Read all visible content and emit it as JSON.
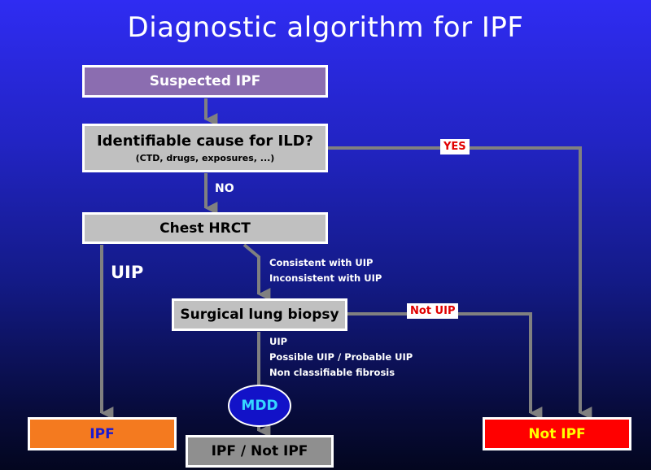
{
  "title": "Diagnostic algorithm for IPF",
  "boxes": {
    "suspected": "Suspected IPF",
    "cause_main": "Identifiable cause for ILD?",
    "cause_sub": "(CTD, drugs, exposures, ...)",
    "hrct": "Chest HRCT",
    "biopsy": "Surgical lung biopsy",
    "ipf": "IPF",
    "ipf_or_not": "IPF / Not IPF",
    "not_ipf": "Not IPF"
  },
  "mdd": "MDD",
  "labels": {
    "no": "NO",
    "yes": "YES",
    "uip": "UIP",
    "consistent": "Consistent with UIP",
    "inconsistent": "Inconsistent with UIP",
    "biopsy_uip": "UIP",
    "biopsy_possible": "Possible UIP / Probable UIP",
    "biopsy_nonclass": "Non classifiable fibrosis",
    "not_uip": "Not UIP"
  },
  "colors": {
    "arrow": "#808080",
    "suspected_fill": "#8b6db0",
    "ipf_fill": "#f47a1f",
    "not_ipf_fill": "#ff0000",
    "mdd_fill": "#1212c8",
    "mdd_text": "#35d7ff"
  }
}
